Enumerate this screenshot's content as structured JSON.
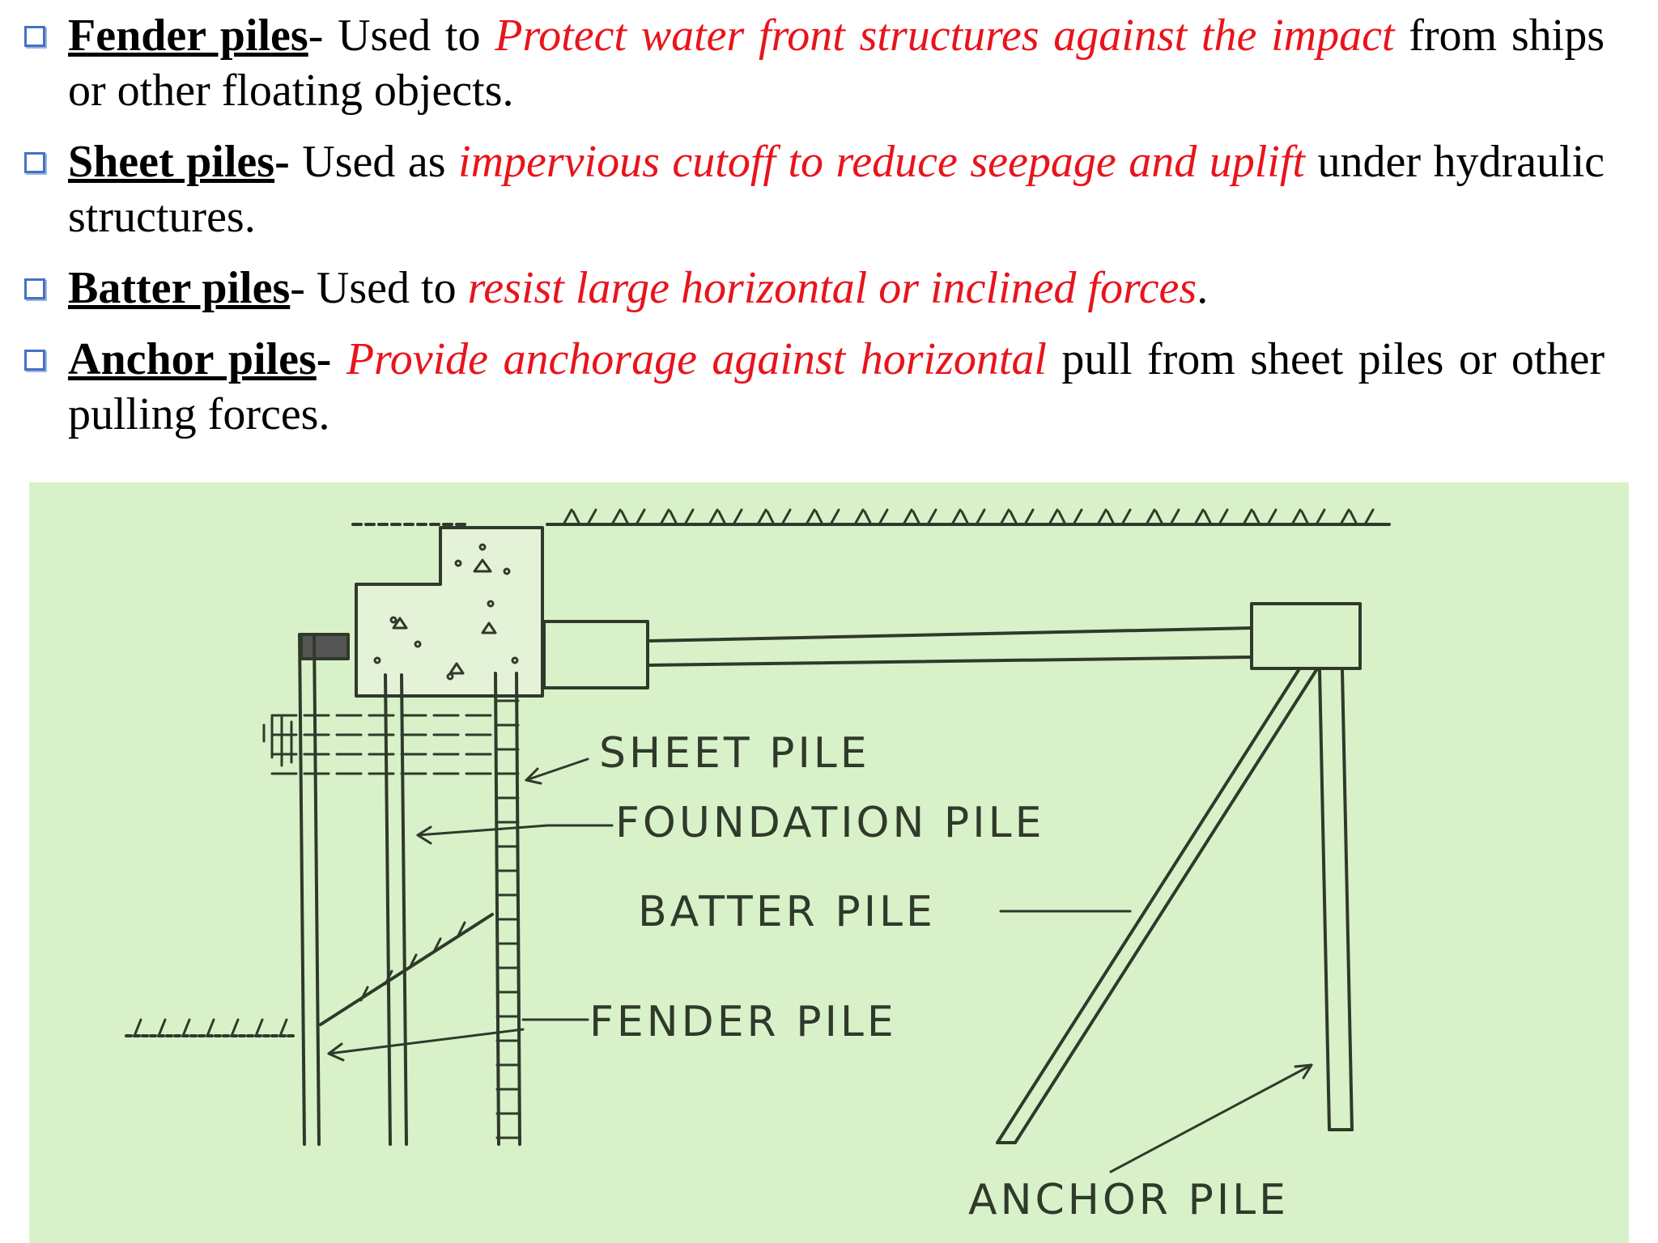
{
  "bullets": [
    {
      "term": "Fender piles",
      "sep": "- ",
      "pre": "Used to ",
      "red": "Protect water front structures against the impact",
      "post": " from ships or other floating objects."
    },
    {
      "term": "Sheet piles",
      "sep": "- ",
      "pre": "Used as ",
      "red": "impervious cutoff to reduce seepage and uplift",
      "post": " under hydraulic structures."
    },
    {
      "term": "Batter piles",
      "sep": "- ",
      "pre": "Used to ",
      "red": "resist large horizontal or inclined forces",
      "post": "."
    },
    {
      "term": "Anchor piles",
      "sep": "- ",
      "pre": "",
      "red": "Provide anchorage against horizontal",
      "post": " pull from sheet piles or other pulling forces."
    }
  ],
  "diagram": {
    "labels": {
      "sheet_pile": "SHEET PILE",
      "foundation_pile": "FOUNDATION PILE",
      "batter_pile": "BATTER PILE",
      "fender_pile": "FENDER PILE",
      "anchor_pile": "ANCHOR PILE"
    },
    "colors": {
      "background": "#d9f1c9",
      "ink": "#2f3a2b",
      "accent_text": "#e8141c",
      "bullet_box": "#4472c4"
    }
  }
}
